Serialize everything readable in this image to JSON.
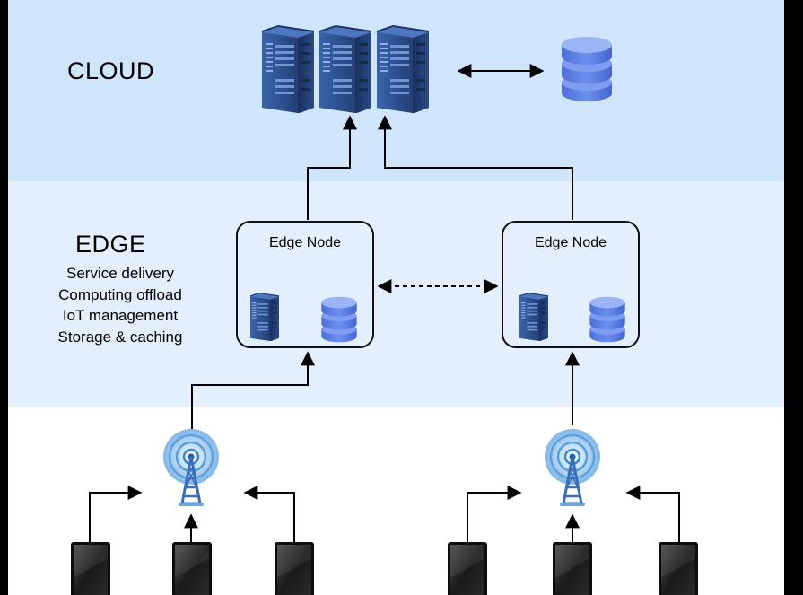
{
  "cloud": {
    "title": "CLOUD"
  },
  "edge": {
    "title": "EDGE",
    "functions": [
      "Service delivery",
      "Computing offload",
      "IoT management",
      "Storage & caching"
    ],
    "nodes": [
      {
        "label": "Edge Node"
      },
      {
        "label": "Edge Node"
      }
    ]
  },
  "icons": {
    "server": "server-icon",
    "database": "database-icon",
    "tower": "wireless-tower-icon",
    "device": "mobile-device-icon"
  },
  "colors": {
    "cloud_band": "#cfe5fb",
    "edge_band": "#e3effc",
    "device_band": "#ffffff",
    "server_blue": "#2b4f8f",
    "database_blue": "#5b7fe3",
    "tower_blue": "#3b86c9",
    "frame": "#000000"
  }
}
